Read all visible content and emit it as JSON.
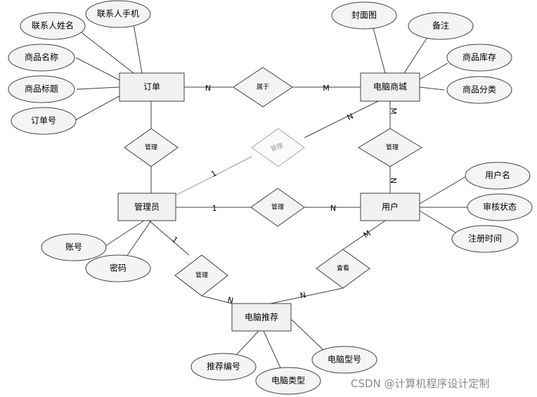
{
  "entities": {
    "order": "订单",
    "mall": "电脑商城",
    "admin": "管理员",
    "user": "用户",
    "recommend": "电脑推荐"
  },
  "relationships": {
    "belongs": "属于",
    "manage_order": "管理",
    "manage_mall": "管理",
    "manage_mall_user": "管理",
    "manage_user": "管理",
    "manage_recommend": "管理",
    "view": "查看"
  },
  "attributes": {
    "contact_name": "联系人姓名",
    "contact_phone": "联系人手机",
    "product_name": "商品名称",
    "product_title": "商品标题",
    "order_no": "订单号",
    "cover": "封面图",
    "remark": "备注",
    "stock": "商品库存",
    "category": "商品分类",
    "username": "用户名",
    "review_status": "审核状态",
    "reg_time": "注册时间",
    "account": "账号",
    "password": "密码",
    "rec_no": "推荐编号",
    "pc_type": "电脑类型",
    "pc_model": "电脑型号"
  },
  "cardinality": {
    "order_belongs": "N",
    "mall_belongs": "M",
    "mall_admin": "N",
    "admin_mall": "1",
    "mall_user_m": "M",
    "mall_user_n": "N",
    "admin_user": "1",
    "user_admin": "N",
    "admin_rec": "1",
    "rec_admin": "N",
    "user_view": "M",
    "rec_view": "N"
  },
  "watermark": "CSDN @计算机程序设计定制"
}
